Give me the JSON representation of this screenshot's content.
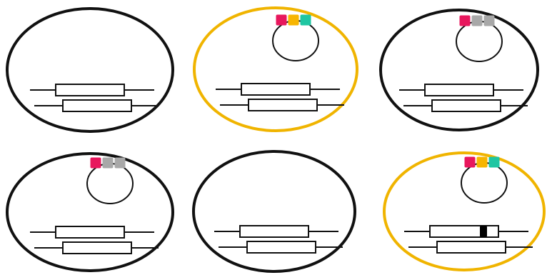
{
  "colors": {
    "outline_black": "#111111",
    "outline_gold": "#f0b400",
    "magenta": "#e8175d",
    "yellow": "#f7b500",
    "teal": "#1fc6a2",
    "gray": "#a8a8a8",
    "insert_black": "#000000"
  },
  "cells": [
    {
      "outline": "outline_black",
      "plasmid": null,
      "insert_mark": false
    },
    {
      "outline": "outline_gold",
      "plasmid": [
        "magenta",
        "yellow",
        "teal"
      ],
      "insert_mark": false
    },
    {
      "outline": "outline_black",
      "plasmid": [
        "magenta",
        "gray",
        "gray"
      ],
      "insert_mark": false
    },
    {
      "outline": "outline_black",
      "plasmid": [
        "magenta",
        "gray",
        "gray"
      ],
      "insert_mark": false
    },
    {
      "outline": "outline_black",
      "plasmid": null,
      "insert_mark": false
    },
    {
      "outline": "outline_gold",
      "plasmid": [
        "magenta",
        "yellow",
        "teal"
      ],
      "insert_mark": true
    }
  ]
}
